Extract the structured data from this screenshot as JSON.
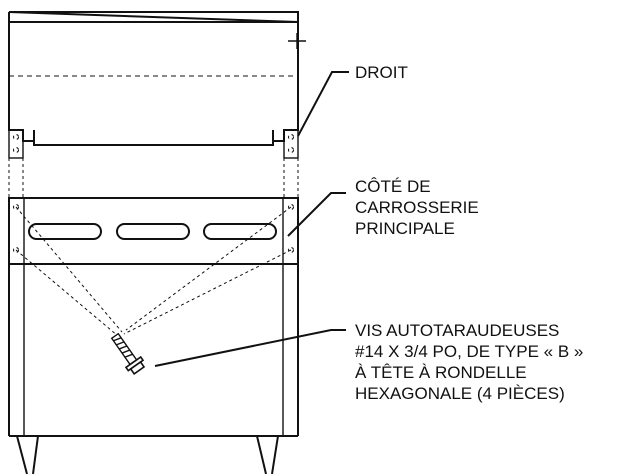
{
  "labels": {
    "right_side": [
      "DROIT"
    ],
    "main_body_side": [
      "CÔTÉ DE",
      "CARROSSERIE",
      "PRINCIPALE"
    ],
    "screws": [
      "VIS AUTOTARAUDEUSES",
      "#14 X 3/4 PO, DE TYPE « B »",
      "À TÊTE À RONDELLE",
      "HEXAGONALE (4 PIÈCES)"
    ]
  }
}
